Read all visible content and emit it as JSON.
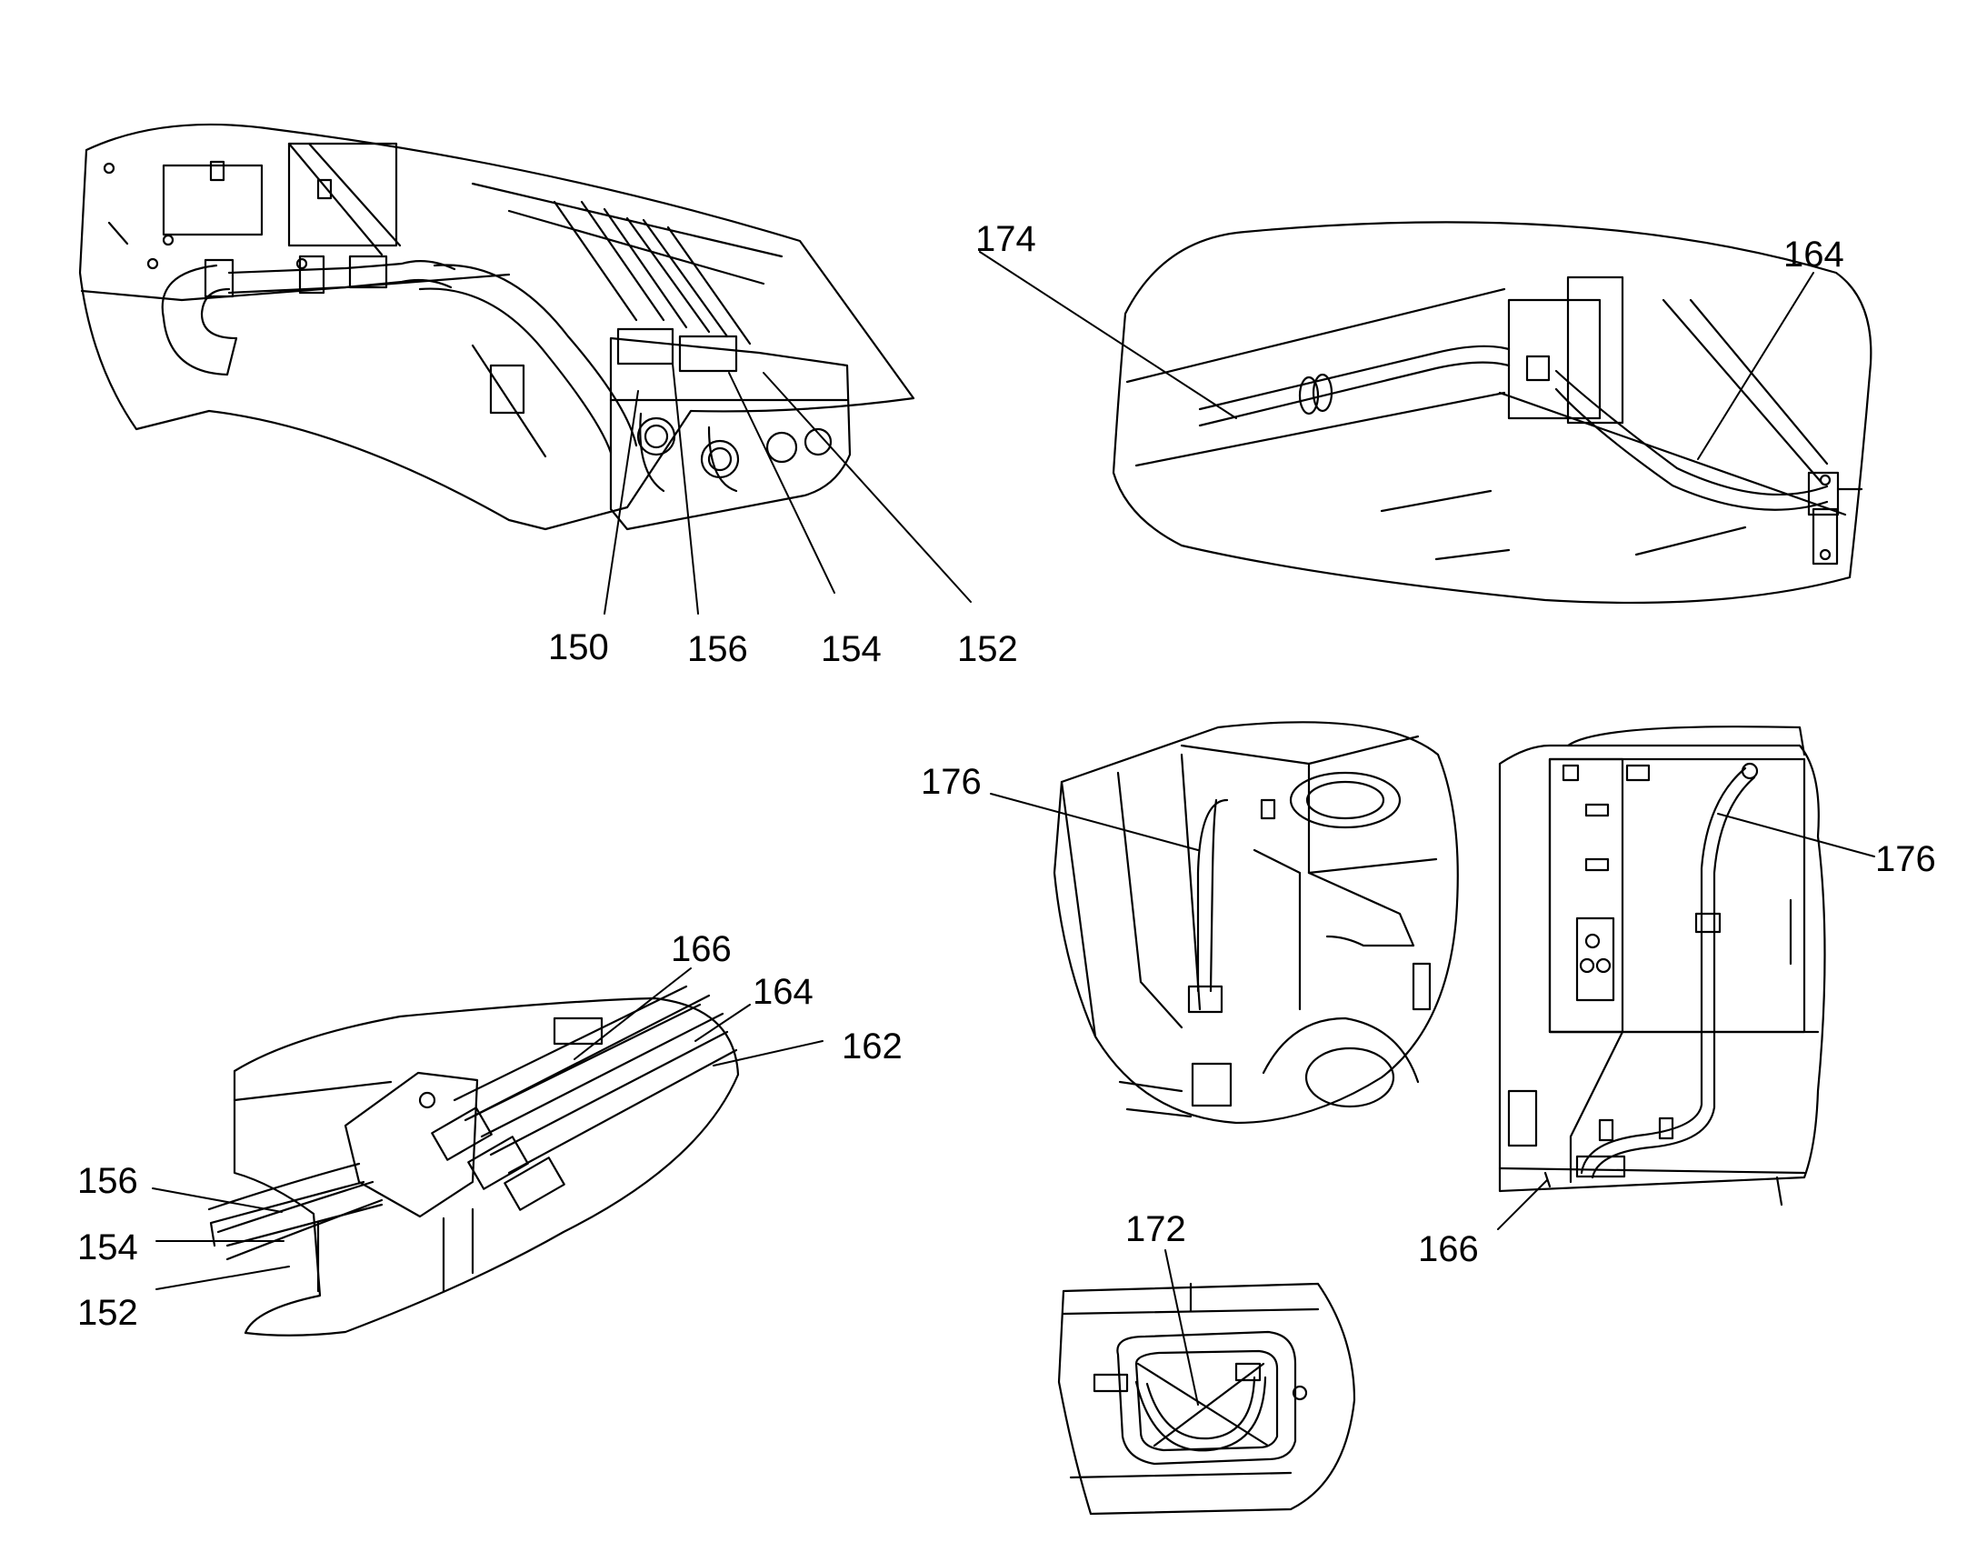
{
  "callouts": {
    "p150": "150",
    "p156a": "156",
    "p154a": "154",
    "p152a": "152",
    "p174": "174",
    "p164a": "164",
    "p176a": "176",
    "p176b": "176",
    "p166a": "166",
    "p164b": "164",
    "p162": "162",
    "p156b": "156",
    "p154b": "154",
    "p152b": "152",
    "p166b": "166",
    "p172": "172"
  },
  "colors": {
    "line": "#000000",
    "fill": "#ffffff",
    "shade": "#f2f2f2"
  }
}
